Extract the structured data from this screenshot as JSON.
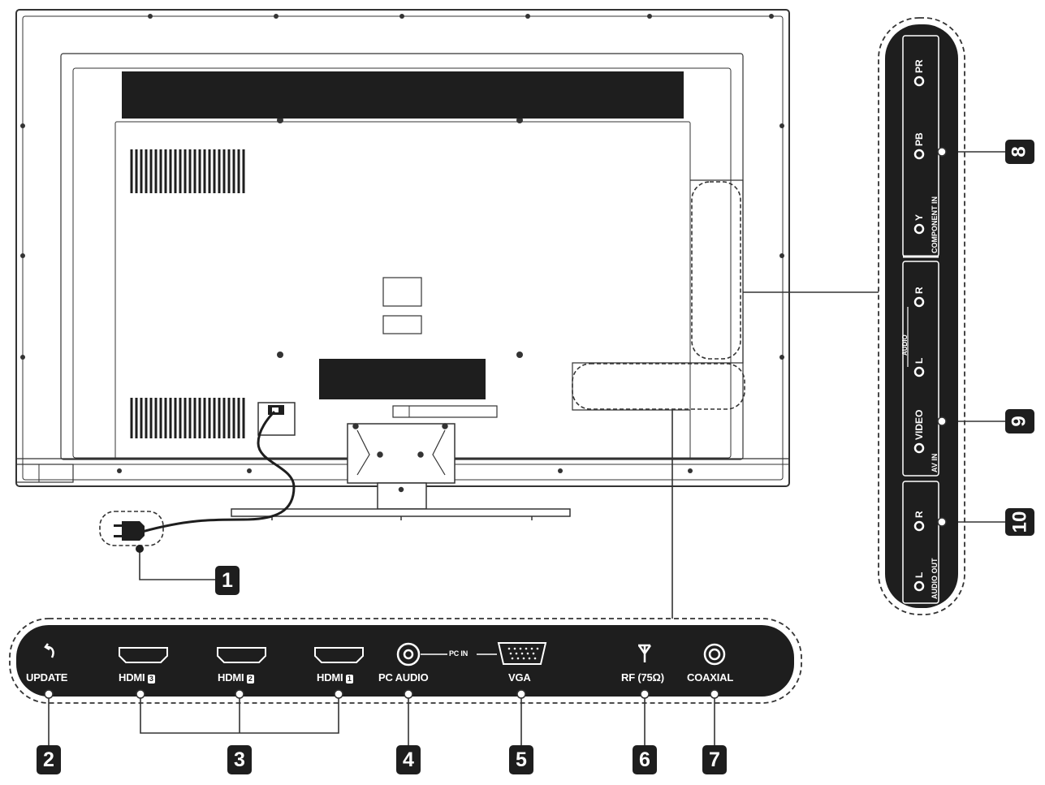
{
  "callouts": {
    "c1": "1",
    "c2": "2",
    "c3": "3",
    "c4": "4",
    "c5": "5",
    "c6": "6",
    "c7": "7",
    "c8": "8",
    "c9": "9",
    "c10": "10"
  },
  "bottom_panel": {
    "update": "UPDATE",
    "hdmi3": "HDMI",
    "hdmi2": "HDMI",
    "hdmi1": "HDMI",
    "hdmi3_num": "3",
    "hdmi2_num": "2",
    "hdmi1_num": "1",
    "pc_audio": "PC AUDIO",
    "pc_in": "PC IN",
    "vga": "VGA",
    "rf": "RF (75Ω)",
    "coaxial": "COAXIAL"
  },
  "side_panel": {
    "component_in": "COMPONENT IN",
    "y": "Y",
    "pb": "PB",
    "pr": "PR",
    "av_in": "AV IN",
    "video": "VIDEO",
    "audio": "AUDIO",
    "audio_l": "L",
    "audio_r": "R",
    "audio_out": "AUDIO OUT",
    "out_l": "L",
    "out_r": "R"
  }
}
